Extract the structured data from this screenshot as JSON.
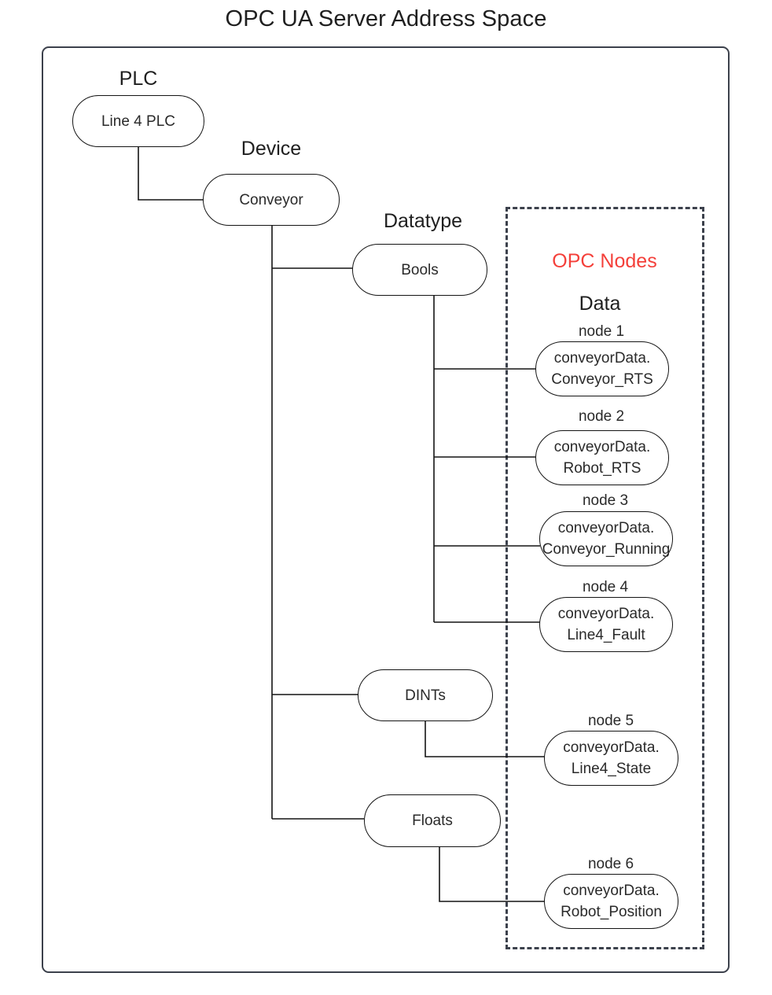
{
  "diagram": {
    "title": "OPC UA Server Address Space",
    "frame_label": "",
    "group_label": "OPC Nodes",
    "group_label_color": "#f4403a",
    "data_label": "Data"
  },
  "captions": {
    "plc": "PLC",
    "device": "Device",
    "datatype": "Datatype"
  },
  "nodes": {
    "plc": {
      "label": "Line 4 PLC"
    },
    "device": {
      "label": "Conveyor"
    },
    "bools": {
      "label": "Bools"
    },
    "dints": {
      "label": "DINTs"
    },
    "floats": {
      "label": "Floats"
    }
  },
  "opc_nodes": [
    {
      "caption": "node 1",
      "line1": "conveyorData.",
      "line2": "Conveyor_RTS"
    },
    {
      "caption": "node 2",
      "line1": "conveyorData.",
      "line2": "Robot_RTS"
    },
    {
      "caption": "node 3",
      "line1": "conveyorData.",
      "line2": "Conveyor_Running"
    },
    {
      "caption": "node 4",
      "line1": "conveyorData.",
      "line2": "Line4_Fault"
    },
    {
      "caption": "node 5",
      "line1": "conveyorData.",
      "line2": "Line4_State"
    },
    {
      "caption": "node 6",
      "line1": "conveyorData.",
      "line2": "Robot_Position"
    }
  ],
  "colors": {
    "stroke": "#141414",
    "frame": "#3c414c",
    "text": "#1f1f1f",
    "accent_red": "#f4403a",
    "background": "#ffffff"
  }
}
